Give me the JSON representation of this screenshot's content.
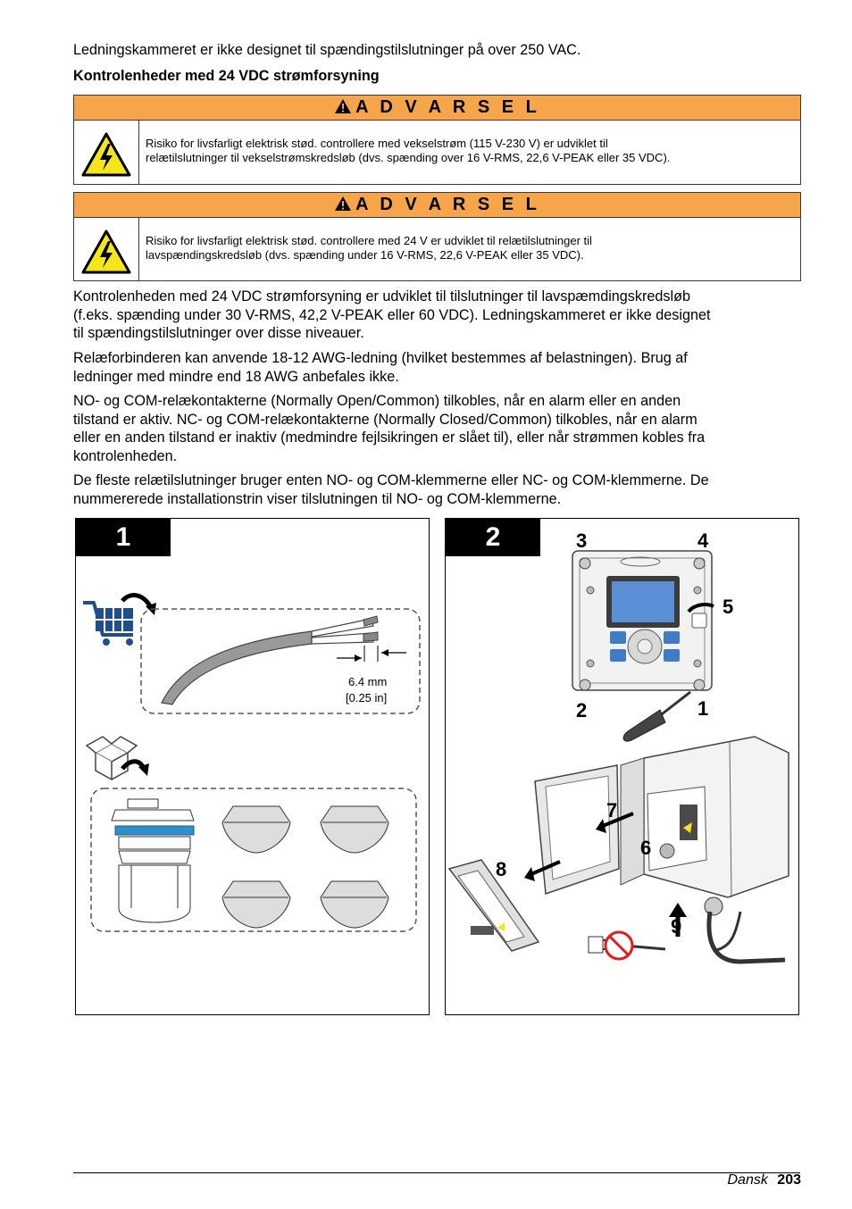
{
  "intro_paragraph": "Ledningskammeret er ikke designet til spændingstilslutninger på over 250 VAC.",
  "section_heading": "Kontrolenheder med 24 VDC strømforsyning",
  "warnings": [
    {
      "title": "A D V A R S E L",
      "lines": [
        "Risiko for livsfarligt elektrisk stød. controllere med vekselstrøm (115 V-230 V) er udviklet til",
        "relætilslutninger til vekselstrømskredsløb (dvs. spænding over 16 V-RMS, 22,6 V-PEAK eller 35 VDC)."
      ]
    },
    {
      "title": "A D V A R S E L",
      "lines": [
        "Risiko for livsfarligt elektrisk stød. controllere med 24 V er udviklet til relætilslutninger til",
        "lavspændingskredsløb (dvs. spænding under 16 V-RMS, 22,6 V-PEAK eller 35 VDC)."
      ]
    }
  ],
  "paragraphs": [
    [
      "Kontrolenheden med 24 VDC strømforsyning er udviklet til tilslutninger til lavspæmdingskredsløb",
      "(f.eks. spænding under 30 V-RMS, 42,2 V-PEAK eller 60 VDC). Ledningskammeret er ikke designet",
      "til spændingstilslutninger over disse niveauer."
    ],
    [
      "Relæforbinderen kan anvende 18-12 AWG-ledning (hvilket bestemmes af belastningen). Brug af",
      "ledninger med mindre end 18 AWG anbefales ikke."
    ],
    [
      "NO- og COM-relækontakterne (Normally Open/Common) tilkobles, når en alarm eller en anden",
      "tilstand er aktiv. NC- og COM-relækontakterne (Normally Closed/Common) tilkobles, når en alarm",
      "eller en anden tilstand er inaktiv (medmindre fejlsikringen er slået til), eller når strømmen kobles fra",
      "kontrolenheden."
    ],
    [
      "De fleste relætilslutninger bruger enten NO- og COM-klemmerne eller NC- og COM-klemmerne. De",
      "nummererede installationstrin viser tilslutningen til NO- og COM-klemmerne."
    ]
  ],
  "figure1": {
    "step": "1",
    "wire_dim_mm": "6.4 mm",
    "wire_dim_in": "[0.25 in]"
  },
  "figure2": {
    "step": "2",
    "callouts": [
      "3",
      "4",
      "5",
      "2",
      "1",
      "7",
      "6",
      "8",
      "9"
    ]
  },
  "footer": {
    "language": "Dansk",
    "page": "203"
  },
  "colors": {
    "warning_header": "#f7a54a",
    "hazard_yellow": "#f5e61a",
    "screen_blue": "#5a8fd6",
    "cart_blue": "#1f4e8c"
  }
}
